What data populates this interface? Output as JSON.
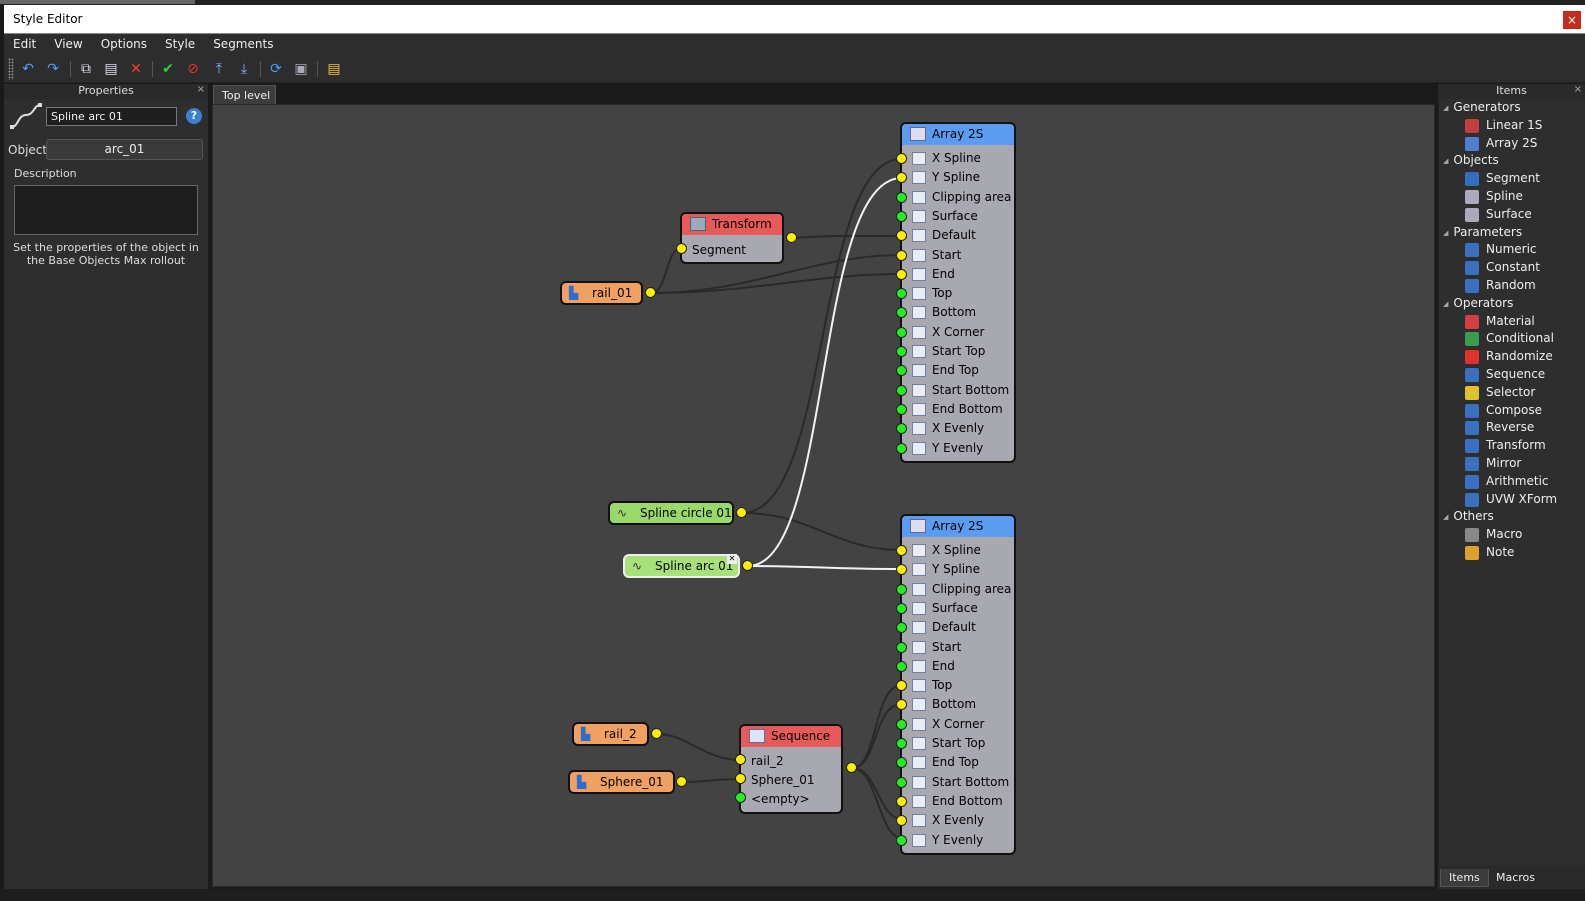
{
  "window": {
    "title": "Style Editor",
    "close_label": "×"
  },
  "menu": [
    "Edit",
    "View",
    "Options",
    "Style",
    "Segments"
  ],
  "toolbar": {
    "icons": [
      "undo-icon",
      "redo-icon",
      "copy-icon",
      "paste-icon",
      "delete-icon",
      "apply-icon",
      "cancel-icon",
      "move-top-icon",
      "move-bottom-icon",
      "refresh-icon",
      "export-icon",
      "note-icon"
    ]
  },
  "properties": {
    "header": "Properties",
    "close": "×",
    "name_value": "Spline arc 01",
    "help": "?",
    "object_label": "Object",
    "object_value": "arc_01",
    "description_label": "Description",
    "description_value": "",
    "help_text": "Set the properties of the object in the Base Objects Max rollout"
  },
  "canvas": {
    "tab": "Top level",
    "colors": {
      "canvas": "#434343",
      "orange": "#f0a060",
      "green": "#9ad86a",
      "red": "#e85a5a",
      "blue": "#5a9cf0",
      "node_body": "#a8a8b0"
    },
    "nodes": {
      "transform": {
        "title": "Transform",
        "input": "Segment"
      },
      "rail_01": "rail_01",
      "spline_circle": "Spline circle 01",
      "spline_arc": "Spline arc 01",
      "spline_arc_close": "✕",
      "rail_2": "rail_2",
      "sphere": "Sphere_01",
      "sequence": {
        "title": "Sequence",
        "inputs": [
          "rail_2",
          "Sphere_01",
          "<empty>"
        ]
      },
      "array_top": {
        "title": "Array 2S",
        "inputs": [
          "X Spline",
          "Y Spline",
          "Clipping area",
          "Surface",
          "Default",
          "Start",
          "End",
          "Top",
          "Bottom",
          "X Corner",
          "Start Top",
          "End Top",
          "Start Bottom",
          "End Bottom",
          "X Evenly",
          "Y Evenly"
        ]
      },
      "array_bottom": {
        "title": "Array 2S",
        "inputs": [
          "X Spline",
          "Y Spline",
          "Clipping area",
          "Surface",
          "Default",
          "Start",
          "End",
          "Top",
          "Bottom",
          "X Corner",
          "Start Top",
          "End Top",
          "Start Bottom",
          "End Bottom",
          "X Evenly",
          "Y Evenly"
        ]
      }
    }
  },
  "items": {
    "header": "Items",
    "close": "×",
    "groups": [
      {
        "name": "Generators",
        "items": [
          "Linear 1S",
          "Array 2S"
        ]
      },
      {
        "name": "Objects",
        "items": [
          "Segment",
          "Spline",
          "Surface"
        ]
      },
      {
        "name": "Parameters",
        "items": [
          "Numeric",
          "Constant",
          "Random"
        ]
      },
      {
        "name": "Operators",
        "items": [
          "Material",
          "Conditional",
          "Randomize",
          "Sequence",
          "Selector",
          "Compose",
          "Reverse",
          "Transform",
          "Mirror",
          "Arithmetic",
          "UVW XForm"
        ]
      },
      {
        "name": "Others",
        "items": [
          "Macro",
          "Note"
        ]
      }
    ],
    "tabs": [
      "Items",
      "Macros"
    ]
  }
}
